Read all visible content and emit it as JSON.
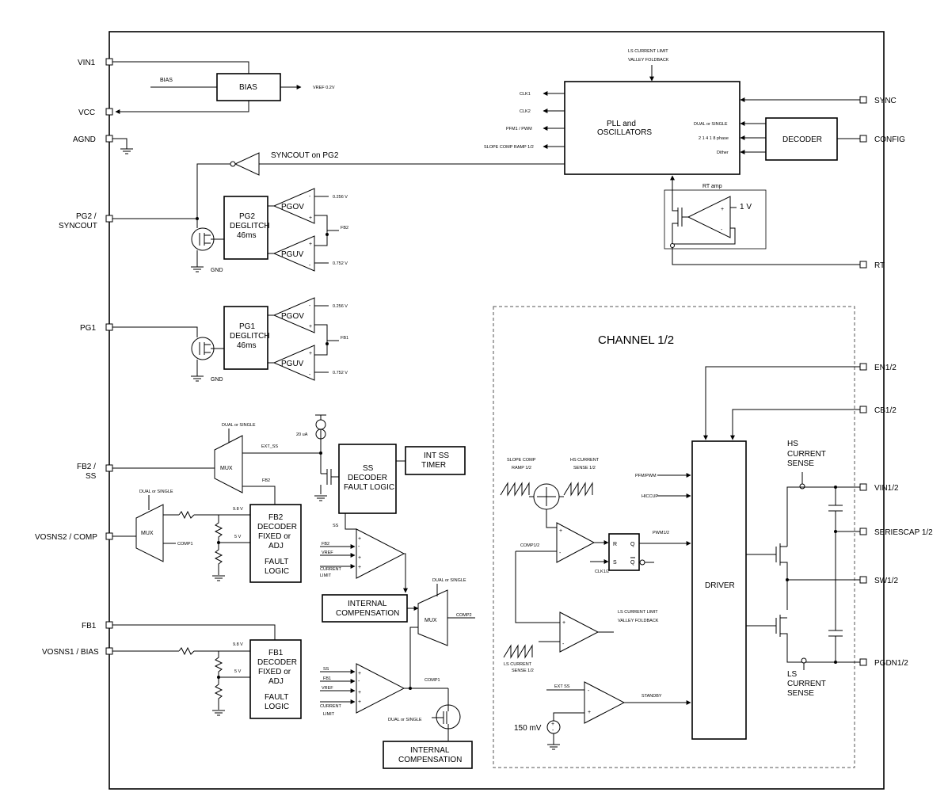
{
  "pins_left": {
    "vin1": "VIN1",
    "vcc": "VCC",
    "agnd": "AGND",
    "pg2_1": "PG2 /",
    "pg2_2": "SYNCOUT",
    "pg1": "PG1",
    "fb2_1": "FB2 /",
    "fb2_2": "SS",
    "vosns2": "VOSNS2 / COMP",
    "fb1": "FB1",
    "vosns1": "VOSNS1 / BIAS"
  },
  "pins_right": {
    "sync": "SYNC",
    "config": "CONFIG",
    "rt": "RT",
    "en": "EN1/2",
    "cb": "CB1/2",
    "vin12": "VIN1/2",
    "seriescap": "SERIESCAP 1/2",
    "sw": "SW1/2",
    "pgdn": "PGDN1/2"
  },
  "blocks": {
    "bias": "BIAS",
    "pll_1": "PLL and",
    "pll_2": "OSCILLATORS",
    "decoder": "DECODER",
    "pg2_deglitch": [
      "PG2",
      "DEGLITCH",
      "46ms"
    ],
    "pg1_deglitch": [
      "PG1",
      "DEGLITCH",
      "46ms"
    ],
    "ss_decoder": [
      "SS",
      "DECODER",
      "FAULT LOGIC"
    ],
    "int_ss_timer": [
      "INT SS",
      "TIMER"
    ],
    "fb2_decoder": [
      "FB2",
      "DECODER",
      "FIXED or",
      "ADJ",
      "FAULT",
      "LOGIC"
    ],
    "fb1_decoder": [
      "FB1",
      "DECODER",
      "FIXED or",
      "ADJ",
      "FAULT",
      "LOGIC"
    ],
    "internal_comp": [
      "INTERNAL",
      "COMPENSATION"
    ],
    "driver": "DRIVER",
    "mux": "MUX",
    "channel": "CHANNEL 1/2"
  },
  "labels": {
    "bias_in": "BIAS",
    "vref": "VREF 0.2V",
    "ls_limit_top_1": "LS CURRENT LIMIT",
    "ls_limit_top_2": "VALLEY FOLDBACK",
    "clk1": "CLK1",
    "clk2": "CLK2",
    "pfm": "PFM1 / PWM",
    "slope": "SLOPE COMP RAMP 1/2",
    "dual_single": "DUAL or SINGLE",
    "phase": "2 1 4 1 8 phase",
    "dither": "Dither",
    "syncout": "SYNCOUT on PG2",
    "rt_amp": "RT amp",
    "one_v": "1 V",
    "pgov": "PGOV",
    "pguv": "PGUV",
    "v_0256": "0.256 V",
    "v_0752": "0.752 V",
    "fb2": "FB2",
    "fb1": "FB1",
    "gnd": "GND",
    "ext_ss": "EXT_SS",
    "ext_ss2": "EXT SS",
    "ua20": "20 uA",
    "ss": "SS",
    "vref_s": "VREF",
    "current_limit_1": "CURRENT",
    "current_limit_2": "LIMIT",
    "comp1": "COMP1",
    "comp2": "COMP2",
    "v98": "9.8 V",
    "v5": "5 V",
    "slope_comp_1": "SLOPE COMP",
    "slope_comp_2": "RAMP 1/2",
    "hs_sense_1": "HS CURRENT",
    "hs_sense_2": "SENSE 1/2",
    "pfm_pwm": "PFM/PWM",
    "hiccup": "HICCUP",
    "comp12": "COMP1/2",
    "pwm12": "PWM1/2",
    "clk12": "CLK1/2",
    "ls_limit_1": "LS CURRENT LIMIT",
    "ls_limit_2": "VALLEY FOLDBACK",
    "ls_sense_1": "LS CURRENT",
    "ls_sense_2": "SENSE 1/2",
    "standby": "STANDBY",
    "mv150": "150 mV",
    "hs_current": [
      "HS",
      "CURRENT",
      "SENSE"
    ],
    "ls_current": [
      "LS",
      "CURRENT",
      "SENSE"
    ],
    "r": "R",
    "s": "S",
    "q": "Q",
    "qbar": "Q"
  }
}
